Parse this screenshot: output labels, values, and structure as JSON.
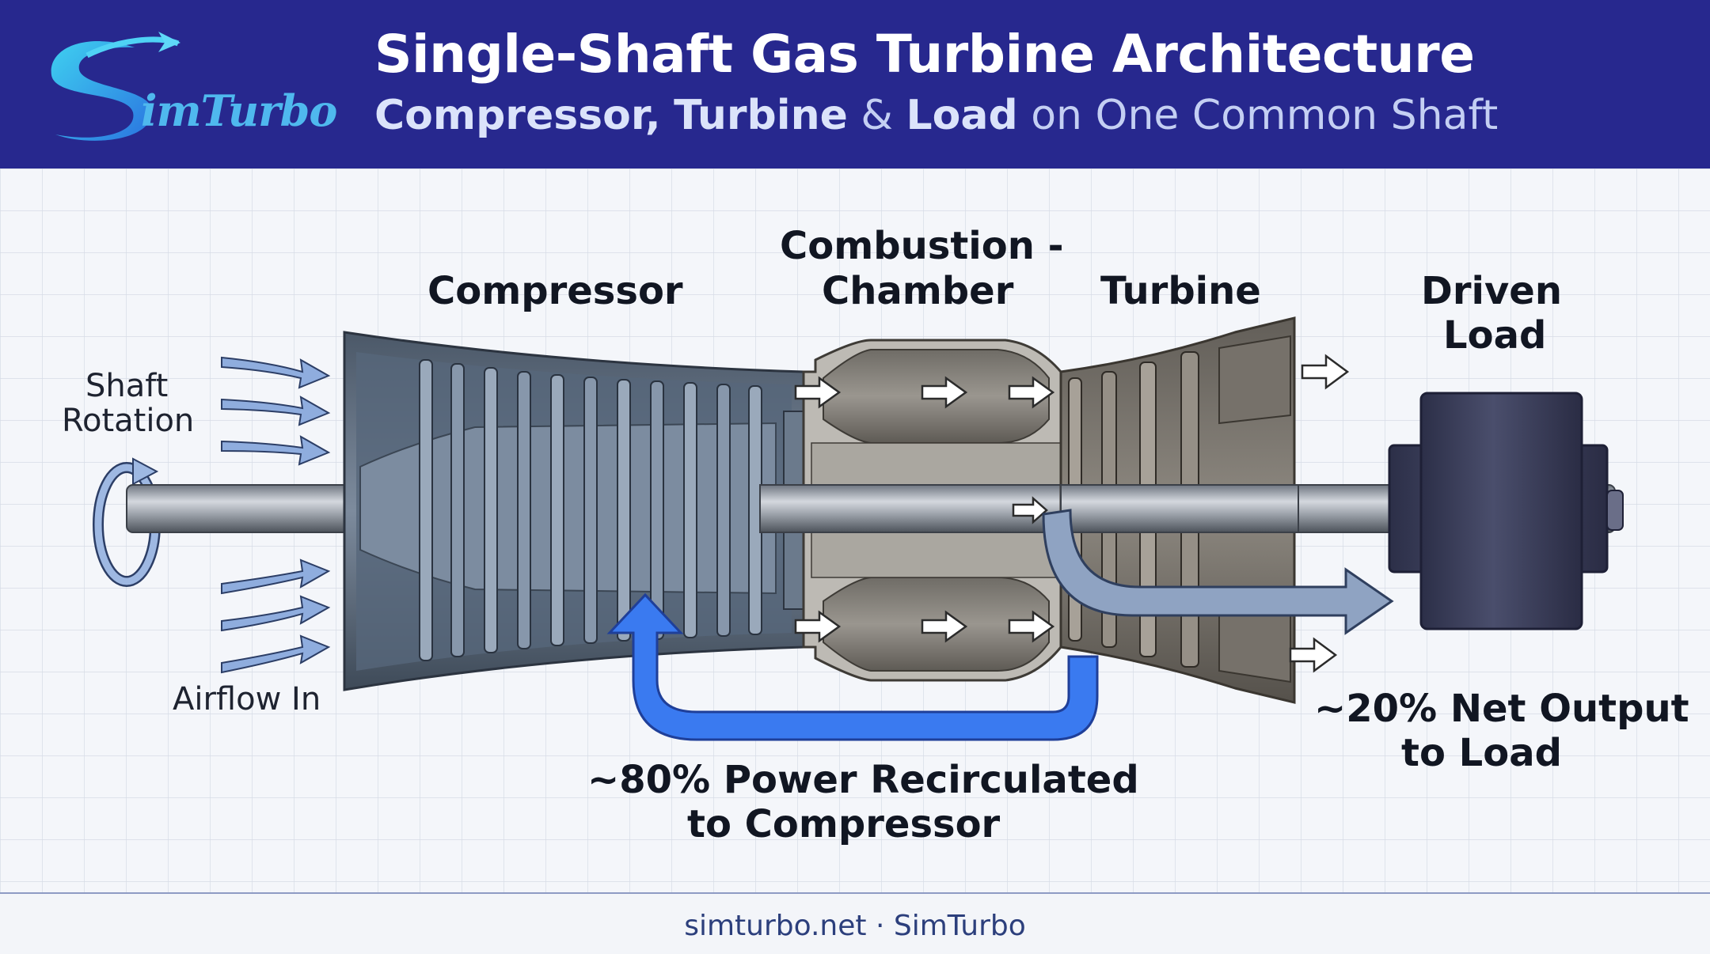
{
  "header": {
    "logo_text": "imTurbo",
    "title": "Single-Shaft Gas Turbine Architecture",
    "subtitle": {
      "part1": "Compressor,",
      "part2": "Turbine",
      "part3": "&",
      "part4": "Load",
      "part5": "on One Common Shaft"
    }
  },
  "labels": {
    "compressor": "Compressor",
    "combustion_line1": "Combustion -",
    "combustion_line2": "Chamber",
    "turbine": "Turbine",
    "driven_load_line1": "Driven",
    "driven_load_line2": "Load",
    "shaft_rotation_line1": "Shaft",
    "shaft_rotation_line2": "Rotation",
    "airflow_in": "Airflow In",
    "recirculated_line1": "~80% Power Recirculated",
    "recirculated_line2": "to Compressor",
    "net_output_line1": "~20% Net Output",
    "net_output_line2": "to Load"
  },
  "footer": {
    "text": "simturbo.net · SimTurbo"
  },
  "colors": {
    "header_bg": "#27288e",
    "logo_blue": "#4fb8ee",
    "flow_arrow_blue": "#3a7af0",
    "casing_steel": "#5d6b7c",
    "load_body": "#3a3d5a"
  }
}
